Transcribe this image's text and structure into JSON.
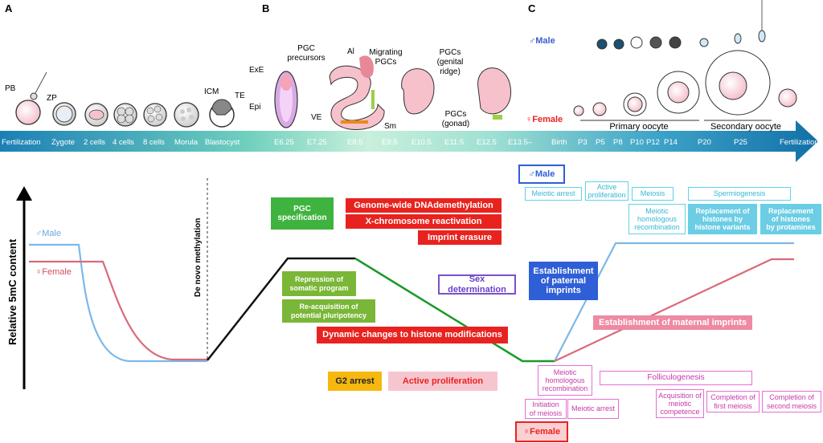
{
  "panels": {
    "a": "A",
    "b": "B",
    "c": "C"
  },
  "timeline": {
    "stages": [
      "Fertilization",
      "Zygote",
      "2 cells",
      "4 cells",
      "8 cells",
      "Morula",
      "Blastocyst",
      "E6.25",
      "E7.25",
      "E8.5",
      "E9.5",
      "E10.5",
      "E11.5",
      "E12.5",
      "E13.5–",
      "Birth",
      "P3",
      "P5",
      "P8",
      "P10",
      "P12",
      "P14",
      "P20",
      "P25",
      "Fertilization"
    ]
  },
  "top_labels": {
    "pb": "PB",
    "zp": "ZP",
    "icm": "ICM",
    "te": "TE",
    "exe": "ExE",
    "epi": "Epi",
    "ve": "VE",
    "pgc_precursors_1": "PGC",
    "pgc_precursors_2": "precursors",
    "al": "Al",
    "migrating_1": "Migrating",
    "migrating_2": "PGCs",
    "sm": "Sm",
    "genital_1": "PGCs",
    "genital_2": "(genital",
    "genital_3": "ridge)",
    "gonad_1": "PGCs",
    "gonad_2": "(gonad)",
    "male": "♂Male",
    "female": "♀Female",
    "primary_oocyte": "Primary oocyte",
    "secondary_oocyte": "Secondary oocyte"
  },
  "graph": {
    "y_axis_label": "Relative 5mC content",
    "male_label": "♂Male",
    "female_label": "♀Female",
    "de_novo": "De novo methylation"
  },
  "boxes": {
    "pgc_spec_1": "PGC",
    "pgc_spec_2": "specification",
    "genome_wide": "Genome-wide DNAdemethylation",
    "x_reactivation": "X-chromosome reactivation",
    "imprint_erasure": "Imprint erasure",
    "repression_1": "Repression of",
    "repression_2": "somatic program",
    "reacq_1": "Re-acquisition of",
    "reacq_2": "potential pluripotency",
    "dynamic_histone": "Dynamic changes to histone modifications",
    "sex_det": "Sex determination",
    "g2_arrest": "G2 arrest",
    "active_prolif": "Active proliferation",
    "paternal_1": "Establishment",
    "paternal_2": "of paternal",
    "paternal_3": "imprints",
    "maternal": "Establishment of maternal imprints",
    "male_header": "♂Male",
    "meiotic_arrest_m": "Meiotic arrest",
    "active_prolif_m_1": "Active",
    "active_prolif_m_2": "proliferation",
    "meiosis_m": "Meiosis",
    "spermiogenesis": "Spermiogenesis",
    "mhr_m_1": "Meiotic",
    "mhr_m_2": "homologous",
    "mhr_m_3": "recombination",
    "repl_variants_1": "Replacement of",
    "repl_variants_2": "histones by",
    "repl_variants_3": "histone variants",
    "repl_prot_1": "Replacement",
    "repl_prot_2": "of histones",
    "repl_prot_3": "by protamines",
    "mhr_f_1": "Meiotic",
    "mhr_f_2": "homologous",
    "mhr_f_3": "recombination",
    "folliculogenesis": "Folliculogenesis",
    "init_meiosis_1": "Initiation",
    "init_meiosis_2": "of meiosis",
    "meiotic_arrest_f": "Meiotic arrest",
    "acq_1": "Acquisition of",
    "acq_2": "meiotic",
    "acq_3": "competence",
    "compl_first_1": "Completion of",
    "compl_first_2": "first meiosis",
    "compl_second_1": "Completion of",
    "compl_second_2": "second meiosis",
    "female_header": "♀Female"
  },
  "colors": {
    "male_line": "#7cb8e8",
    "female_line": "#d96a7a",
    "common_line": "#111111",
    "green_line": "#1a9a2a",
    "arrow_start": "#1b7fb6",
    "arrow_mid": "#b9ecd0"
  }
}
